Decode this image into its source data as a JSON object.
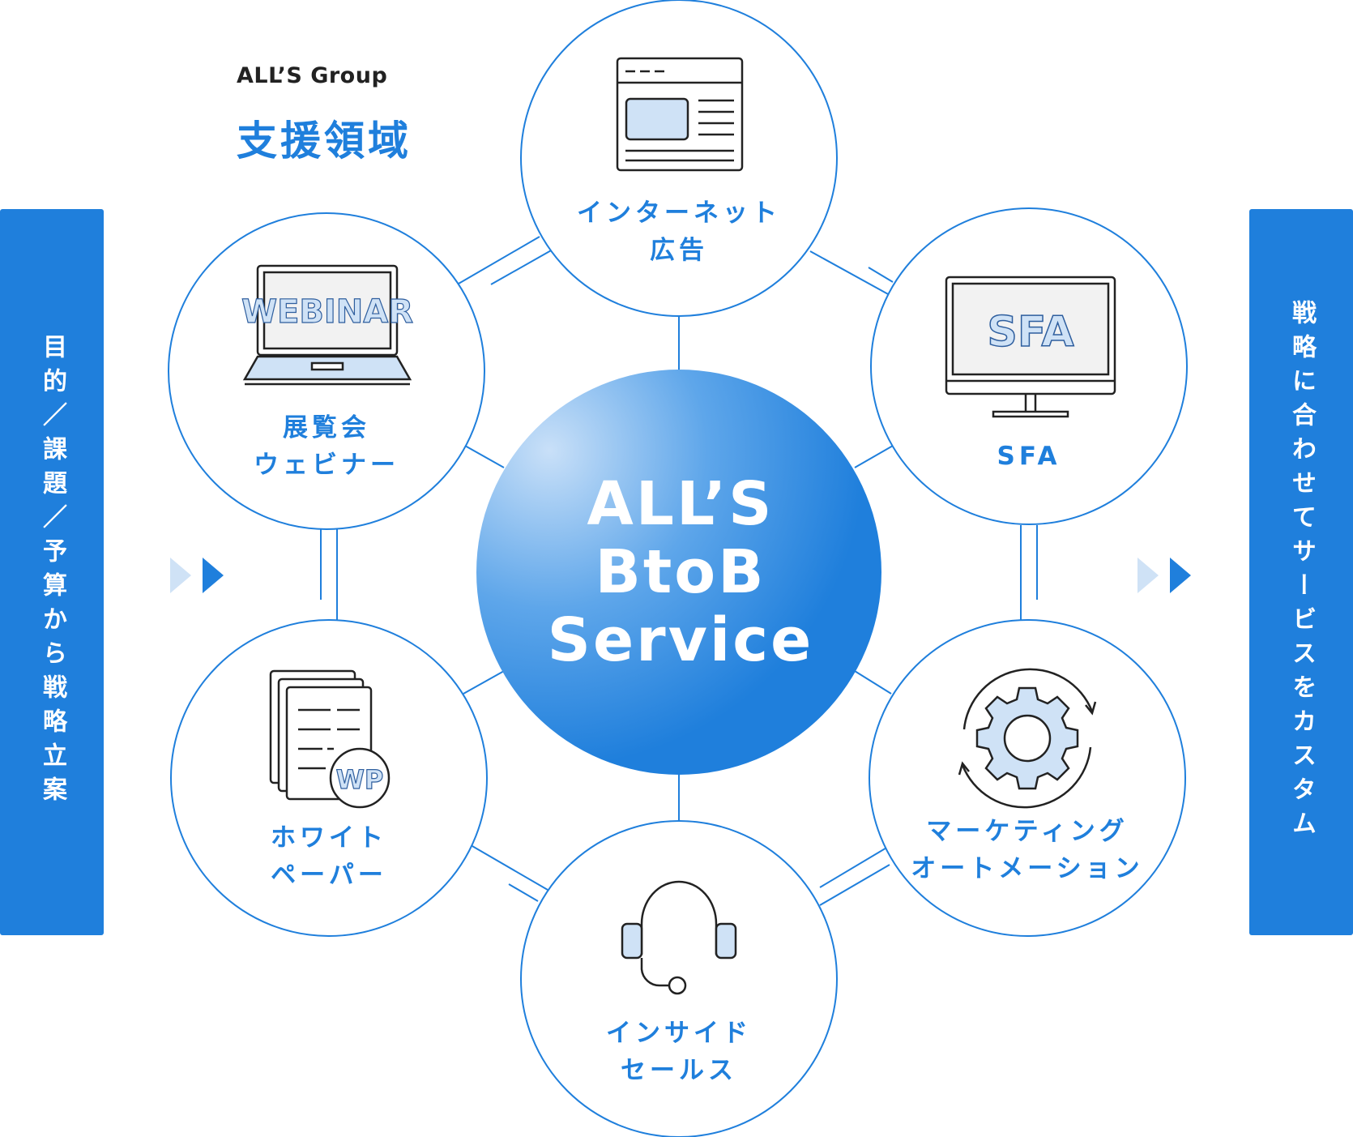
{
  "header": {
    "brand": "ALL’S Group",
    "title": "支援領域"
  },
  "left_panel": {
    "text": "目的／課題／予算から戦略立案"
  },
  "right_panel": {
    "text": "戦略に合わせてサービスをカスタム"
  },
  "center": {
    "line1": "ALL’S",
    "line2": "BtoB",
    "line3": "Service"
  },
  "nodes": {
    "internet_ads": {
      "line1": "インターネット",
      "line2": "広告",
      "icon": "web-page-icon"
    },
    "sfa": {
      "line1": "SFA",
      "icon": "monitor-icon",
      "screen_text": "SFA"
    },
    "marketing_automation": {
      "line1": "マーケティング",
      "line2": "オートメーション",
      "icon": "gear-cycle-icon"
    },
    "inside_sales": {
      "line1": "インサイド",
      "line2": "セールス",
      "icon": "headset-icon"
    },
    "whitepaper": {
      "line1": "ホワイト",
      "line2": "ペーパー",
      "icon": "document-stack-icon",
      "badge_text": "WP"
    },
    "webinar": {
      "line1": "展覧会",
      "line2": "ウェビナー",
      "icon": "laptop-icon",
      "screen_text": "WEBINAR"
    }
  },
  "colors": {
    "primary": "#1f7fdc",
    "light_fill": "#cfe2f6",
    "arrow_light": "#cfe2f6",
    "icon_stroke": "#222222",
    "line": "#1f7fdc"
  }
}
